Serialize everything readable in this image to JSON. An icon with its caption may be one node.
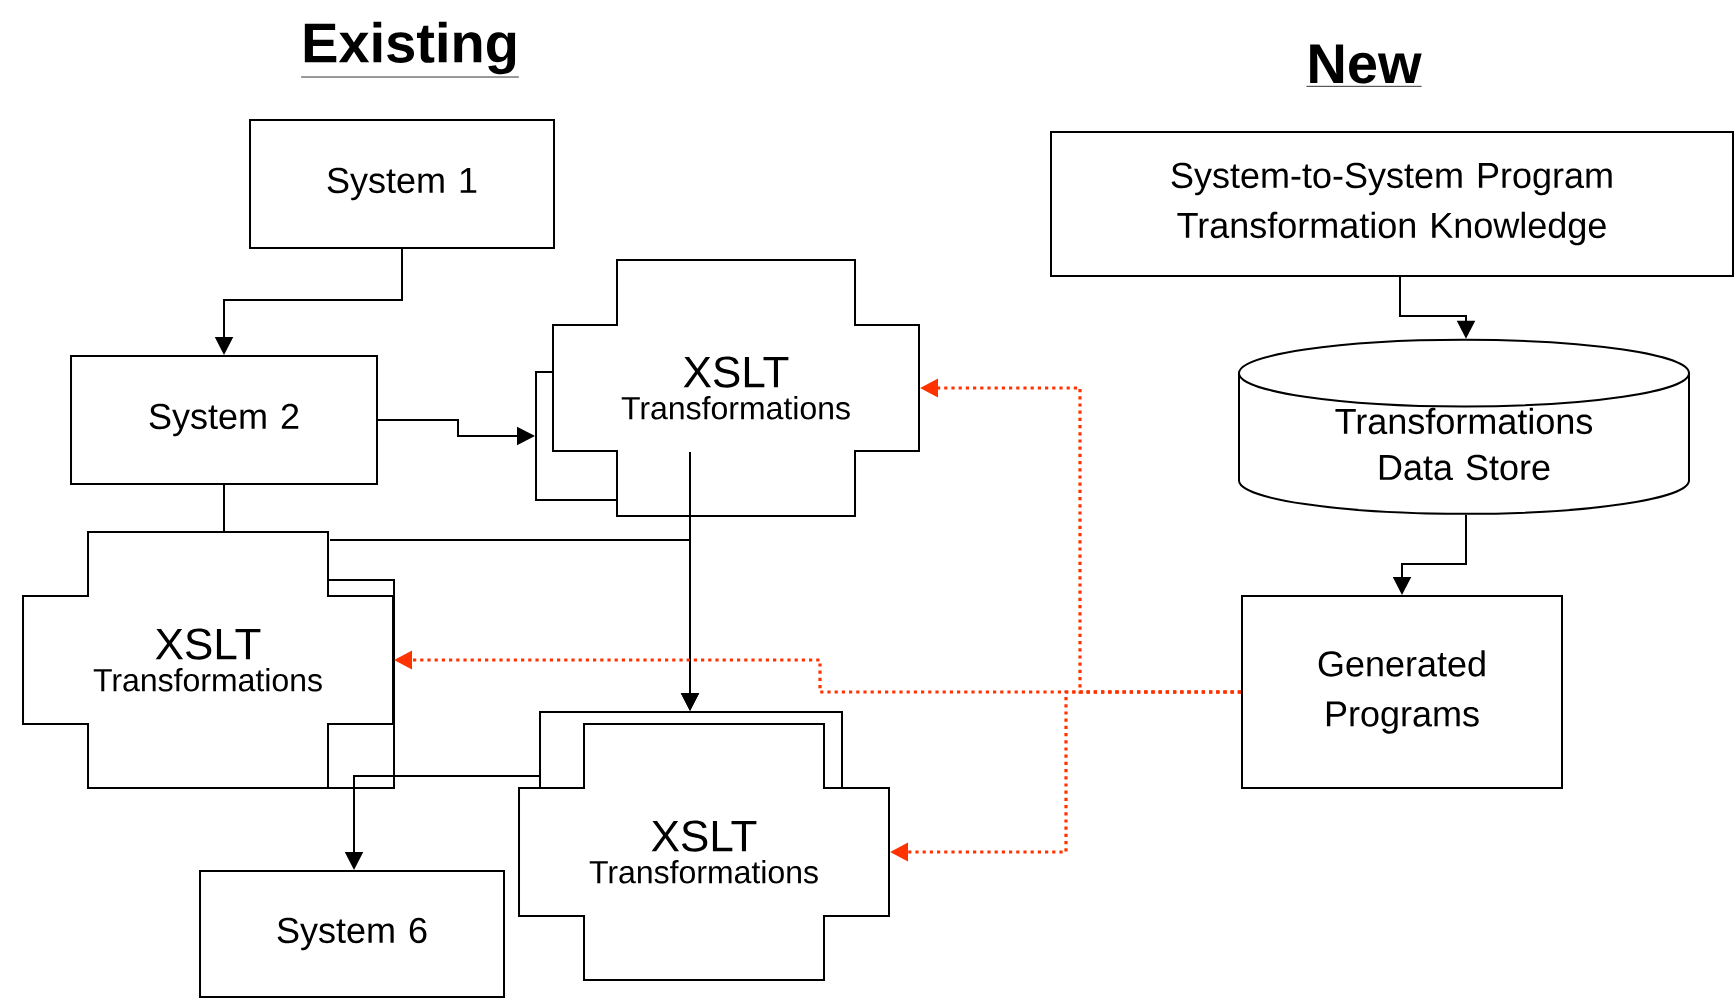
{
  "diagram": {
    "nodes": [
      {
        "text": [
          "System 1"
        ]
      },
      {
        "text": [
          "System 2"
        ]
      },
      {
        "text": [
          "XSLT",
          "Transformations"
        ]
      },
      {
        "text": [
          "XSLT",
          "Transformations"
        ]
      },
      {
        "text": [
          "XSLT",
          "Transformations"
        ]
      },
      {
        "text": [
          "System 6"
        ]
      },
      {
        "text": [
          "System-to-System Program Transformation Knowledge"
        ]
      },
      {
        "text": [
          "Transformations Data Store"
        ]
      },
      {
        "text": [
          "Generated Programs"
        ]
      }
    ],
    "edges": [
      {
        "from": 0,
        "to": 1,
        "arrow": "to"
      },
      {
        "from": 1,
        "to": 2,
        "arrow": "to"
      },
      {
        "from": 1,
        "to": 3,
        "arrow": "none"
      },
      {
        "from": 2,
        "to": 4,
        "arrow": "to"
      },
      {
        "from": 3,
        "to": 4,
        "arrow": "to"
      },
      {
        "from": 4,
        "to": 5,
        "arrow": "to"
      },
      {
        "from": 6,
        "to": 7,
        "arrow": "to"
      },
      {
        "from": 7,
        "to": 8,
        "arrow": "to"
      },
      {
        "from": 8,
        "to": 2,
        "arrow": "to",
        "style": "dashed",
        "color": "#ff3300"
      },
      {
        "from": 8,
        "to": 3,
        "arrow": "to",
        "style": "dashed",
        "color": "#ff3300"
      },
      {
        "from": 8,
        "to": 4,
        "arrow": "to",
        "style": "dashed",
        "color": "#ff3300"
      }
    ],
    "labels": [
      "Existing",
      "New"
    ]
  }
}
